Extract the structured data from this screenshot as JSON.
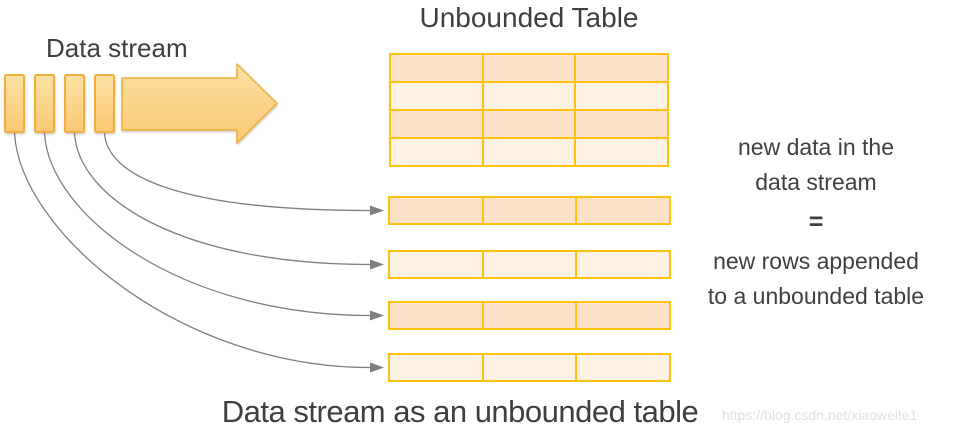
{
  "diagram": {
    "stream_label": "Data stream",
    "table_title": "Unbounded Table",
    "caption": "Data stream as an unbounded table",
    "watermark": "https://blog.csdn.net/xiaoweite1",
    "equation": {
      "top_line1": "new data in the",
      "top_line2": "data stream",
      "equals": "=",
      "bottom_line1": "new rows appended",
      "bottom_line2": "to a unbounded table"
    },
    "table": {
      "rows": 4,
      "columns": 3
    },
    "appended_rows": 4,
    "stream_events": 4
  },
  "colors": {
    "table_border": "#FFC20E",
    "row_fill_dark": "#FCE3C7",
    "row_fill_light": "#FDF2E4",
    "shape_fill_top": "#FCE1A4",
    "shape_fill_bottom": "#FAC873",
    "shape_border": "#F0AE3C",
    "connector": "#7F7F7F",
    "text": "#3F3F3F",
    "watermark": "#E1E1E1"
  }
}
